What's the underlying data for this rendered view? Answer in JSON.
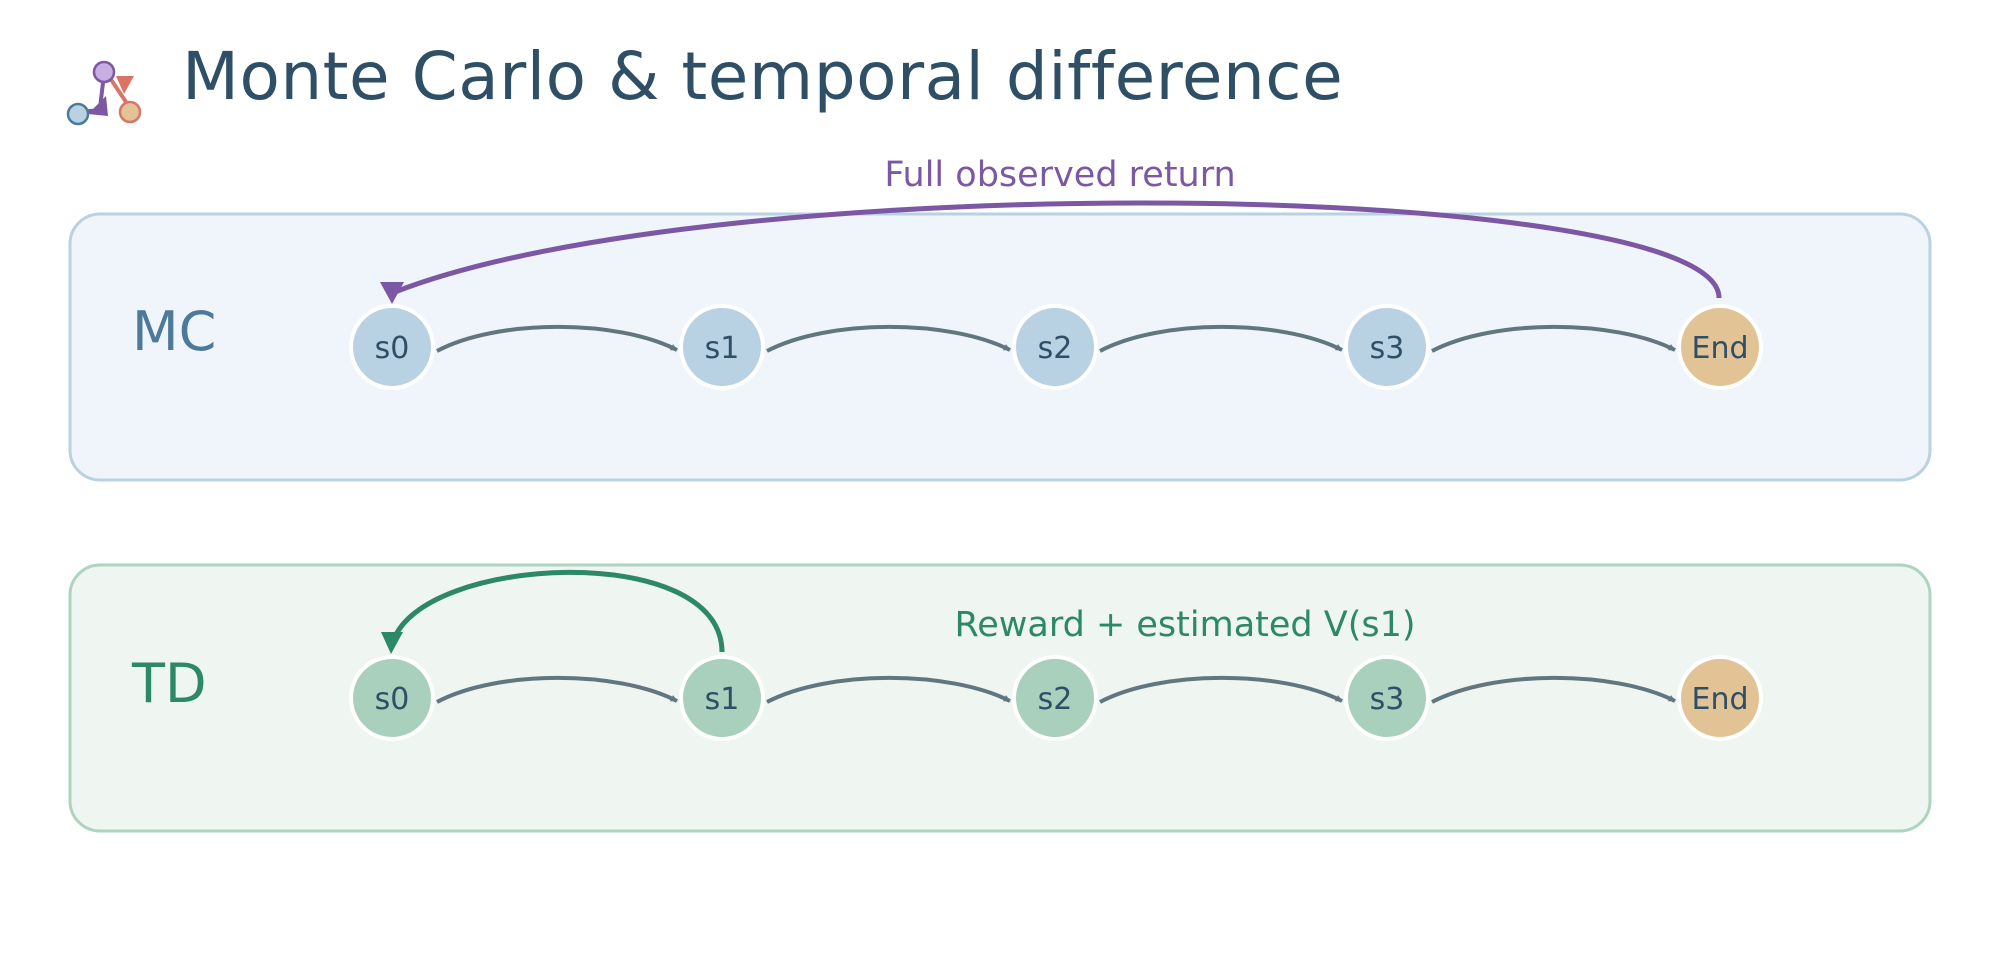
{
  "title": "Monte Carlo & temporal difference",
  "colors": {
    "mc_panel_fill": "#f0f5fb",
    "mc_panel_stroke": "#b9d2e2",
    "td_panel_fill": "#eff5f1",
    "td_panel_stroke": "#acd4bf",
    "mc_node": "#b8d1e3",
    "td_node": "#a8d0bc",
    "end_node": "#e2c396",
    "edge": "#62767f",
    "mc_accent": "#7c57a3",
    "td_accent": "#2c8866",
    "mc_label": "#4d7a9a",
    "text": "#2f4f66"
  },
  "rows": [
    {
      "id": "mc",
      "label": "MC",
      "nodes": [
        "s0",
        "s1",
        "s2",
        "s3",
        "End"
      ],
      "return_arrow": {
        "from": "End",
        "to": "s0",
        "label": "Full observed return"
      }
    },
    {
      "id": "td",
      "label": "TD",
      "nodes": [
        "s0",
        "s1",
        "s2",
        "s3",
        "End"
      ],
      "return_arrow": {
        "from": "s1",
        "to": "s0",
        "label": "Reward + estimated V(s1)"
      }
    }
  ]
}
